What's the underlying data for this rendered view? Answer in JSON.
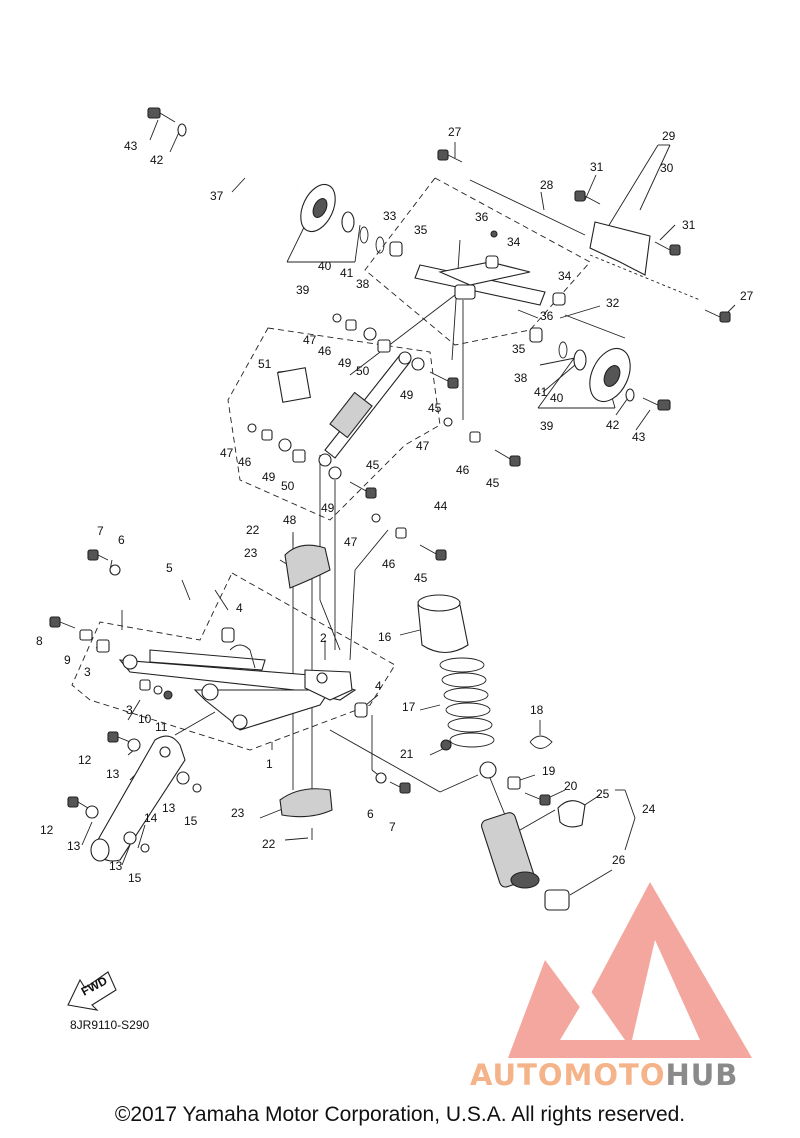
{
  "diagram": {
    "callouts": [
      {
        "id": "n43a",
        "text": "43"
      },
      {
        "id": "n42a",
        "text": "42"
      },
      {
        "id": "n37",
        "text": "37"
      },
      {
        "id": "n40a",
        "text": "40"
      },
      {
        "id": "n41a",
        "text": "41"
      },
      {
        "id": "n39a",
        "text": "39"
      },
      {
        "id": "n38a",
        "text": "38"
      },
      {
        "id": "n33",
        "text": "33"
      },
      {
        "id": "n35a",
        "text": "35"
      },
      {
        "id": "n27a",
        "text": "27"
      },
      {
        "id": "n28",
        "text": "28"
      },
      {
        "id": "n31a",
        "text": "31"
      },
      {
        "id": "n29",
        "text": "29"
      },
      {
        "id": "n30",
        "text": "30"
      },
      {
        "id": "n31b",
        "text": "31"
      },
      {
        "id": "n36a",
        "text": "36"
      },
      {
        "id": "n34a",
        "text": "34"
      },
      {
        "id": "n34b",
        "text": "34"
      },
      {
        "id": "n27b",
        "text": "27"
      },
      {
        "id": "n32",
        "text": "32"
      },
      {
        "id": "n36b",
        "text": "36"
      },
      {
        "id": "n35b",
        "text": "35"
      },
      {
        "id": "n38b",
        "text": "38"
      },
      {
        "id": "n41b",
        "text": "41"
      },
      {
        "id": "n40b",
        "text": "40"
      },
      {
        "id": "n39b",
        "text": "39"
      },
      {
        "id": "n42b",
        "text": "42"
      },
      {
        "id": "n43b",
        "text": "43"
      },
      {
        "id": "n47a",
        "text": "47"
      },
      {
        "id": "n46a",
        "text": "46"
      },
      {
        "id": "n49a",
        "text": "49"
      },
      {
        "id": "n50a",
        "text": "50"
      },
      {
        "id": "n51",
        "text": "51"
      },
      {
        "id": "n49b",
        "text": "49"
      },
      {
        "id": "n45a",
        "text": "45"
      },
      {
        "id": "n47b",
        "text": "47"
      },
      {
        "id": "n46b",
        "text": "46"
      },
      {
        "id": "n49c",
        "text": "49"
      },
      {
        "id": "n50b",
        "text": "50"
      },
      {
        "id": "n45b",
        "text": "45"
      },
      {
        "id": "n49d",
        "text": "49"
      },
      {
        "id": "n47c",
        "text": "47"
      },
      {
        "id": "n46c",
        "text": "46"
      },
      {
        "id": "n45c",
        "text": "45"
      },
      {
        "id": "n44",
        "text": "44"
      },
      {
        "id": "n47d",
        "text": "47"
      },
      {
        "id": "n46d",
        "text": "46"
      },
      {
        "id": "n45d",
        "text": "45"
      },
      {
        "id": "n48",
        "text": "48"
      },
      {
        "id": "n22a",
        "text": "22"
      },
      {
        "id": "n23a",
        "text": "23"
      },
      {
        "id": "n7a",
        "text": "7"
      },
      {
        "id": "n6a",
        "text": "6"
      },
      {
        "id": "n5",
        "text": "5"
      },
      {
        "id": "n4a",
        "text": "4"
      },
      {
        "id": "n8",
        "text": "8"
      },
      {
        "id": "n9",
        "text": "9"
      },
      {
        "id": "n3a",
        "text": "3"
      },
      {
        "id": "n2",
        "text": "2"
      },
      {
        "id": "n16",
        "text": "16"
      },
      {
        "id": "n4b",
        "text": "4"
      },
      {
        "id": "n17",
        "text": "17"
      },
      {
        "id": "n3b",
        "text": "3"
      },
      {
        "id": "n10",
        "text": "10"
      },
      {
        "id": "n11",
        "text": "11"
      },
      {
        "id": "n12a",
        "text": "12"
      },
      {
        "id": "n13a",
        "text": "13"
      },
      {
        "id": "n1",
        "text": "1"
      },
      {
        "id": "n18",
        "text": "18"
      },
      {
        "id": "n21",
        "text": "21"
      },
      {
        "id": "n19",
        "text": "19"
      },
      {
        "id": "n20",
        "text": "20"
      },
      {
        "id": "n25",
        "text": "25"
      },
      {
        "id": "n24",
        "text": "24"
      },
      {
        "id": "n13b",
        "text": "13"
      },
      {
        "id": "n15a",
        "text": "15"
      },
      {
        "id": "n14",
        "text": "14"
      },
      {
        "id": "n12b",
        "text": "12"
      },
      {
        "id": "n13c",
        "text": "13"
      },
      {
        "id": "n23b",
        "text": "23"
      },
      {
        "id": "n6b",
        "text": "6"
      },
      {
        "id": "n7b",
        "text": "7"
      },
      {
        "id": "n26",
        "text": "26"
      },
      {
        "id": "n22b",
        "text": "22"
      },
      {
        "id": "n13d",
        "text": "13"
      },
      {
        "id": "n15b",
        "text": "15"
      }
    ],
    "fwd_label": "FWD",
    "diagram_code": "8JR9110-S290"
  },
  "watermark": {
    "brand_part1": "AUTOMOTO",
    "brand_part2": "HUB",
    "logo_color": "#f08a80",
    "text_color_1": "#f5b38a",
    "text_color_2": "#8a8a8a"
  },
  "copyright": "©2017 Yamaha Motor Corporation, U.S.A. All rights reserved."
}
